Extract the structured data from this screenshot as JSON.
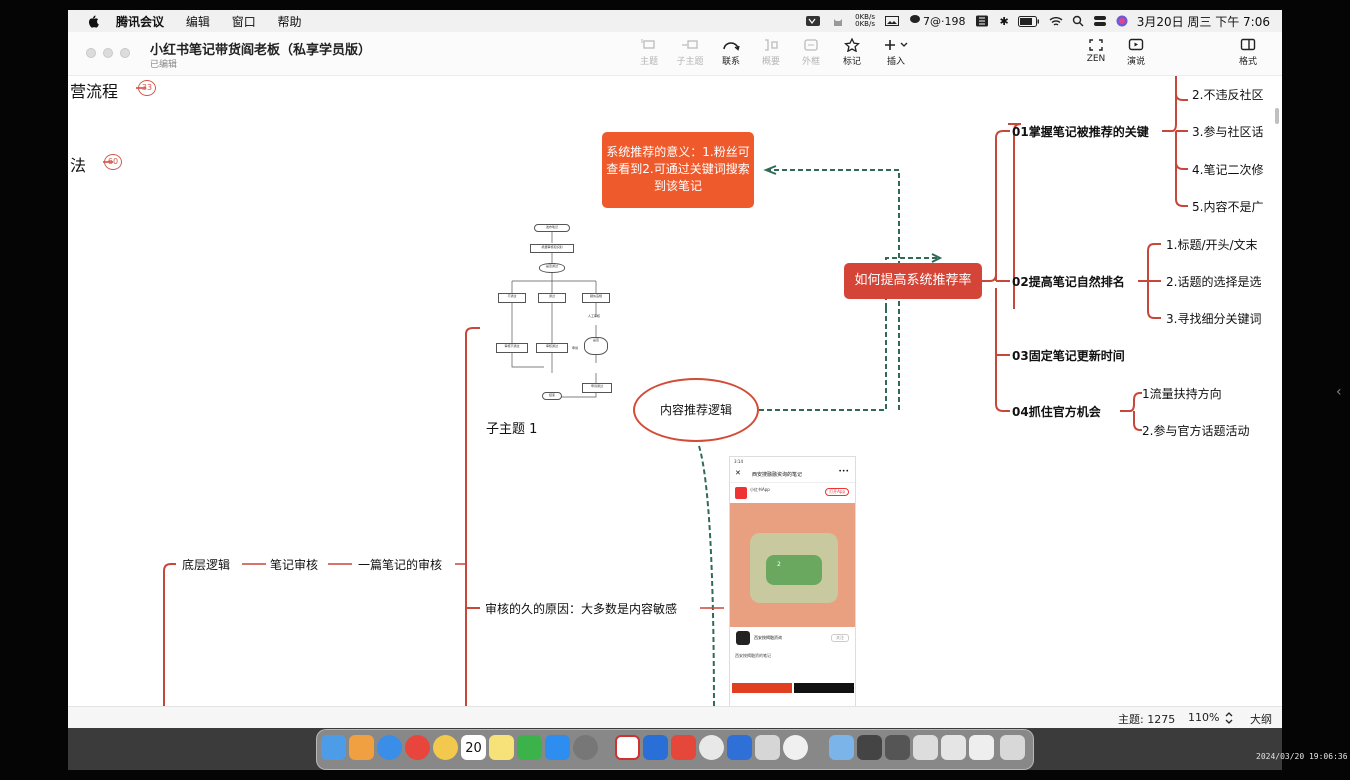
{
  "menubar": {
    "app_name": "腾讯会议",
    "menus": [
      "编辑",
      "窗口",
      "帮助"
    ],
    "net_up": "0KB/s",
    "net_down": "0KB/s",
    "wechat_status": "7@·198",
    "datetime": "3月20日 周三 下午 7:06"
  },
  "window": {
    "title": "小红书笔记带货阎老板（私享学员版）",
    "subtitle": "已编辑"
  },
  "toolbar": {
    "items": [
      {
        "label": "主题",
        "icon": "topic-icon",
        "enabled": false
      },
      {
        "label": "子主题",
        "icon": "subtopic-icon",
        "enabled": false
      },
      {
        "label": "联系",
        "icon": "relationship-icon",
        "enabled": true
      },
      {
        "label": "概要",
        "icon": "summary-icon",
        "enabled": false
      },
      {
        "label": "外框",
        "icon": "boundary-icon",
        "enabled": false
      },
      {
        "label": "标记",
        "icon": "star-icon",
        "enabled": true
      },
      {
        "label": "插入",
        "icon": "plus-icon",
        "enabled": true
      }
    ],
    "zen_label": "ZEN",
    "present_label": "演说",
    "format_label": "格式"
  },
  "canvas": {
    "left_fragments": [
      {
        "text": "营流程",
        "badge": "33"
      },
      {
        "text": "法",
        "badge": "60"
      }
    ],
    "orange_note": "系统推荐的意义：1.粉丝可查看到2.可通过关键词搜索到该笔记",
    "central_topic": "如何提高系统推荐率",
    "content_logic": "内容推荐逻辑",
    "branches": [
      {
        "label": "01掌握笔记被推荐的关键",
        "children": [
          "2.不违反社区",
          "3.参与社区话",
          "4.笔记二次修",
          "5.内容不是广"
        ]
      },
      {
        "label": "02提高笔记自然排名",
        "children": [
          "1.标题/开头/文末",
          "2.话题的选择是选",
          "3.寻找细分关键词"
        ]
      },
      {
        "label": "03固定笔记更新时间",
        "children": []
      },
      {
        "label": "04抓住官方机会",
        "children": [
          "1流量扶持方向",
          "2.参与官方话题活动"
        ]
      }
    ],
    "subtopic_label": "子主题 1",
    "chain": [
      "底层逻辑",
      "笔记审核",
      "一篇笔记的审核"
    ],
    "review_reason": "审核的久的原因：大多数是内容敏感",
    "flowchart_labels": [
      "发布笔记",
      "机器审核和识别",
      "是否通过",
      "不通过",
      "通过",
      "疑似违规",
      "人工审核",
      "审核不通过",
      "审核通过",
      "是否",
      "申诉",
      "申诉通过",
      "结束"
    ],
    "phone": {
      "status_time": "3:14",
      "header": "西安搜融融资询的笔记",
      "app_label": "小红书App",
      "open_button": "打开App",
      "account_name": "西安按揭融资询",
      "follow_label": "关注",
      "caption": "西安按揭融资的笔记",
      "tag": "2"
    }
  },
  "statusbar": {
    "topics_label": "主题: 1275",
    "zoom": "110%",
    "outline_label": "大纲"
  },
  "recording_timestamp": "2024/03/20 19:06:36",
  "colors": {
    "accent_orange": "#ee5a2c",
    "accent_red": "#d44437",
    "branch_line": "#c8473b",
    "dashed_link": "#2f6b57"
  }
}
